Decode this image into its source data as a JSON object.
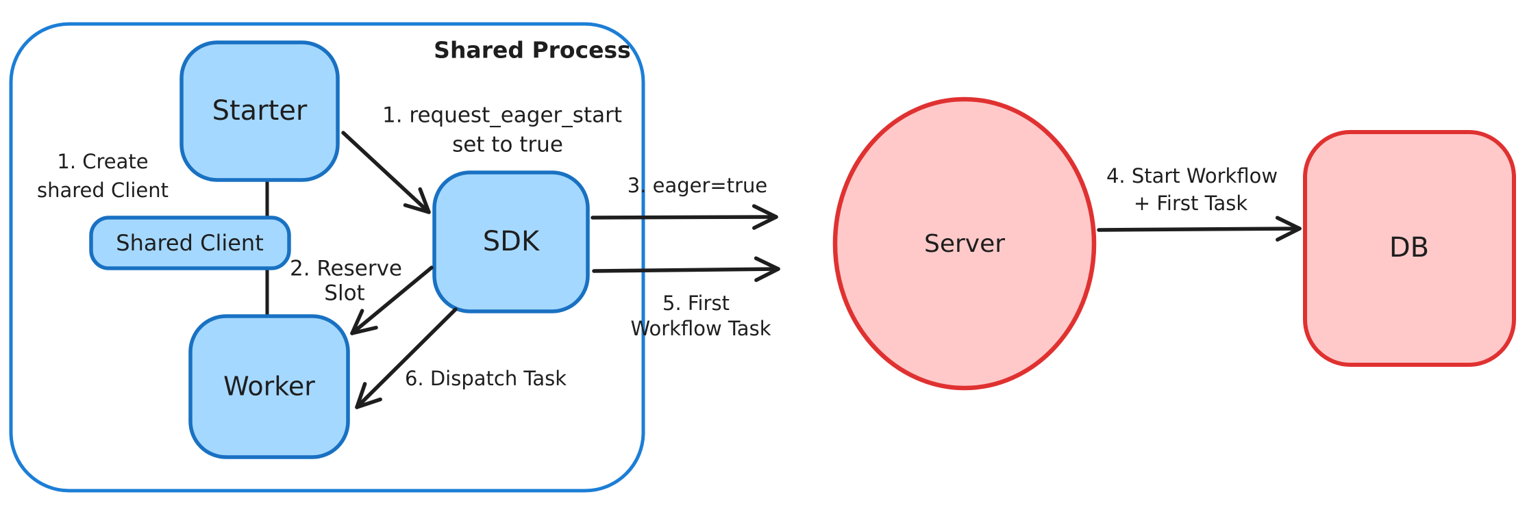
{
  "diagram": {
    "container": {
      "label": "Shared Process"
    },
    "nodes": {
      "starter": "Starter",
      "shared_client": "Shared Client",
      "worker": "Worker",
      "sdk": "SDK",
      "server": "Server",
      "db": "DB"
    },
    "annotations": {
      "create_client_line1": "1. Create",
      "create_client_line2": "shared Client",
      "request_eager_line1": "1. request_eager_start",
      "request_eager_line2": "set to true",
      "reserve_line1": "2. Reserve",
      "reserve_line2": "Slot",
      "eager_true": "3. eager=true",
      "start_workflow_line1": "4. Start Workflow",
      "start_workflow_line2": "+ First Task",
      "first_task_line1": "5. First",
      "first_task_line2": "Workflow Task",
      "dispatch_task": "6. Dispatch Task"
    },
    "colors": {
      "blue_fill": "#a5d8ff",
      "blue_stroke": "#1971c2",
      "container_stroke": "#1c7ed6",
      "container_label": "#1c7ed6",
      "red_fill": "#ffc9c9",
      "red_stroke": "#e03131",
      "ink": "#1e1e1e",
      "background": "#ffffff"
    }
  }
}
